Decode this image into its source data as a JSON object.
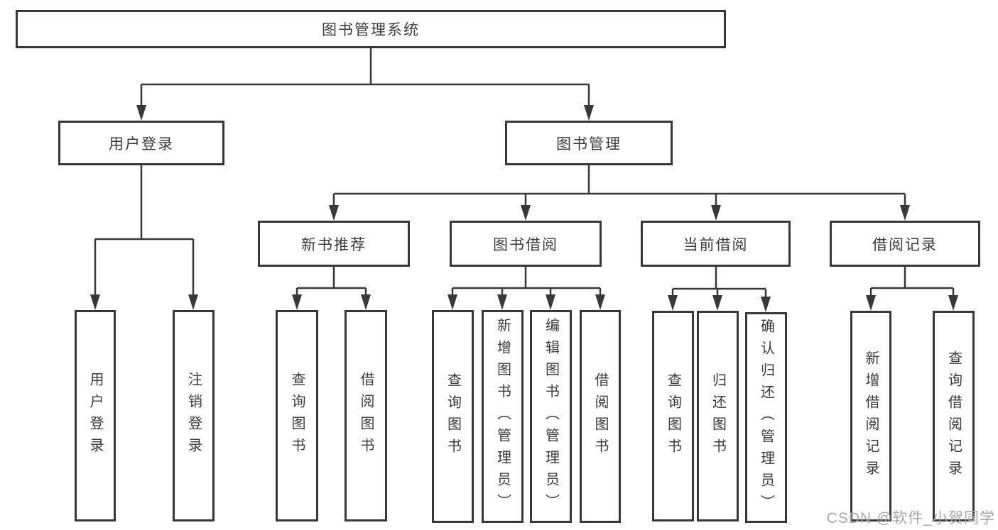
{
  "tree": {
    "root": {
      "label": "图书管理系统",
      "children": [
        {
          "label": "用户登录",
          "children": [
            {
              "label": "用户登录"
            },
            {
              "label": "注销登录"
            }
          ]
        },
        {
          "label": "图书管理",
          "children": [
            {
              "label": "新书推荐",
              "children": [
                {
                  "label": "查询图书"
                },
                {
                  "label": "借阅图书"
                }
              ]
            },
            {
              "label": "图书借阅",
              "children": [
                {
                  "label": "查询图书"
                },
                {
                  "label": "新增图书（管理员）"
                },
                {
                  "label": "编辑图书（管理员）"
                },
                {
                  "label": "借阅图书"
                }
              ]
            },
            {
              "label": "当前借阅",
              "children": [
                {
                  "label": "查询图书"
                },
                {
                  "label": "归还图书"
                },
                {
                  "label": "确认归还（管理员）"
                }
              ]
            },
            {
              "label": "借阅记录",
              "children": [
                {
                  "label": "新增借阅记录"
                },
                {
                  "label": "查询借阅记录"
                }
              ]
            }
          ]
        }
      ]
    }
  },
  "watermark": {
    "text": "CSDN @软件_小贺同学"
  },
  "colors": {
    "line": "#383838",
    "box_border": "#383838",
    "text": "#3b3b3b",
    "background": "#ffffff",
    "watermark": "#a8a8a8"
  }
}
